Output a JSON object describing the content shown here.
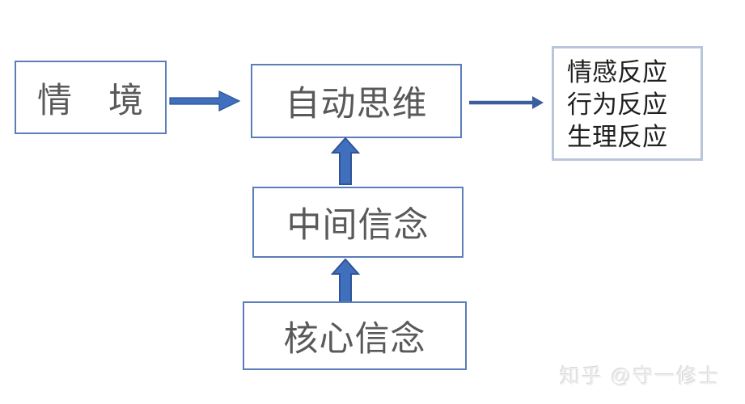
{
  "diagram": {
    "nodes": {
      "situation": {
        "label": "情　境"
      },
      "automatic_thoughts": {
        "label": "自动思维"
      },
      "reactions": {
        "lines": [
          "情感反应",
          "行为反应",
          "生理反应"
        ]
      },
      "intermediate_beliefs": {
        "label": "中间信念"
      },
      "core_beliefs": {
        "label": "核心信念"
      }
    },
    "edges": [
      {
        "from": "situation",
        "to": "automatic_thoughts",
        "style": "thick-arrow-right"
      },
      {
        "from": "automatic_thoughts",
        "to": "reactions",
        "style": "thin-arrow-right"
      },
      {
        "from": "intermediate_beliefs",
        "to": "automatic_thoughts",
        "style": "block-arrow-up"
      },
      {
        "from": "core_beliefs",
        "to": "intermediate_beliefs",
        "style": "block-arrow-up"
      }
    ],
    "colors": {
      "box_border": "#5b7db8",
      "box_text": "#595959",
      "reactions_border": "#b9c5da",
      "reactions_text": "#1f1f1f",
      "arrow_fill": "#4070bd",
      "arrow_stroke": "#2f5496",
      "background": "#ffffff",
      "watermark_color": "#ededed"
    }
  },
  "watermark": {
    "text": "知乎 @守一修士"
  }
}
